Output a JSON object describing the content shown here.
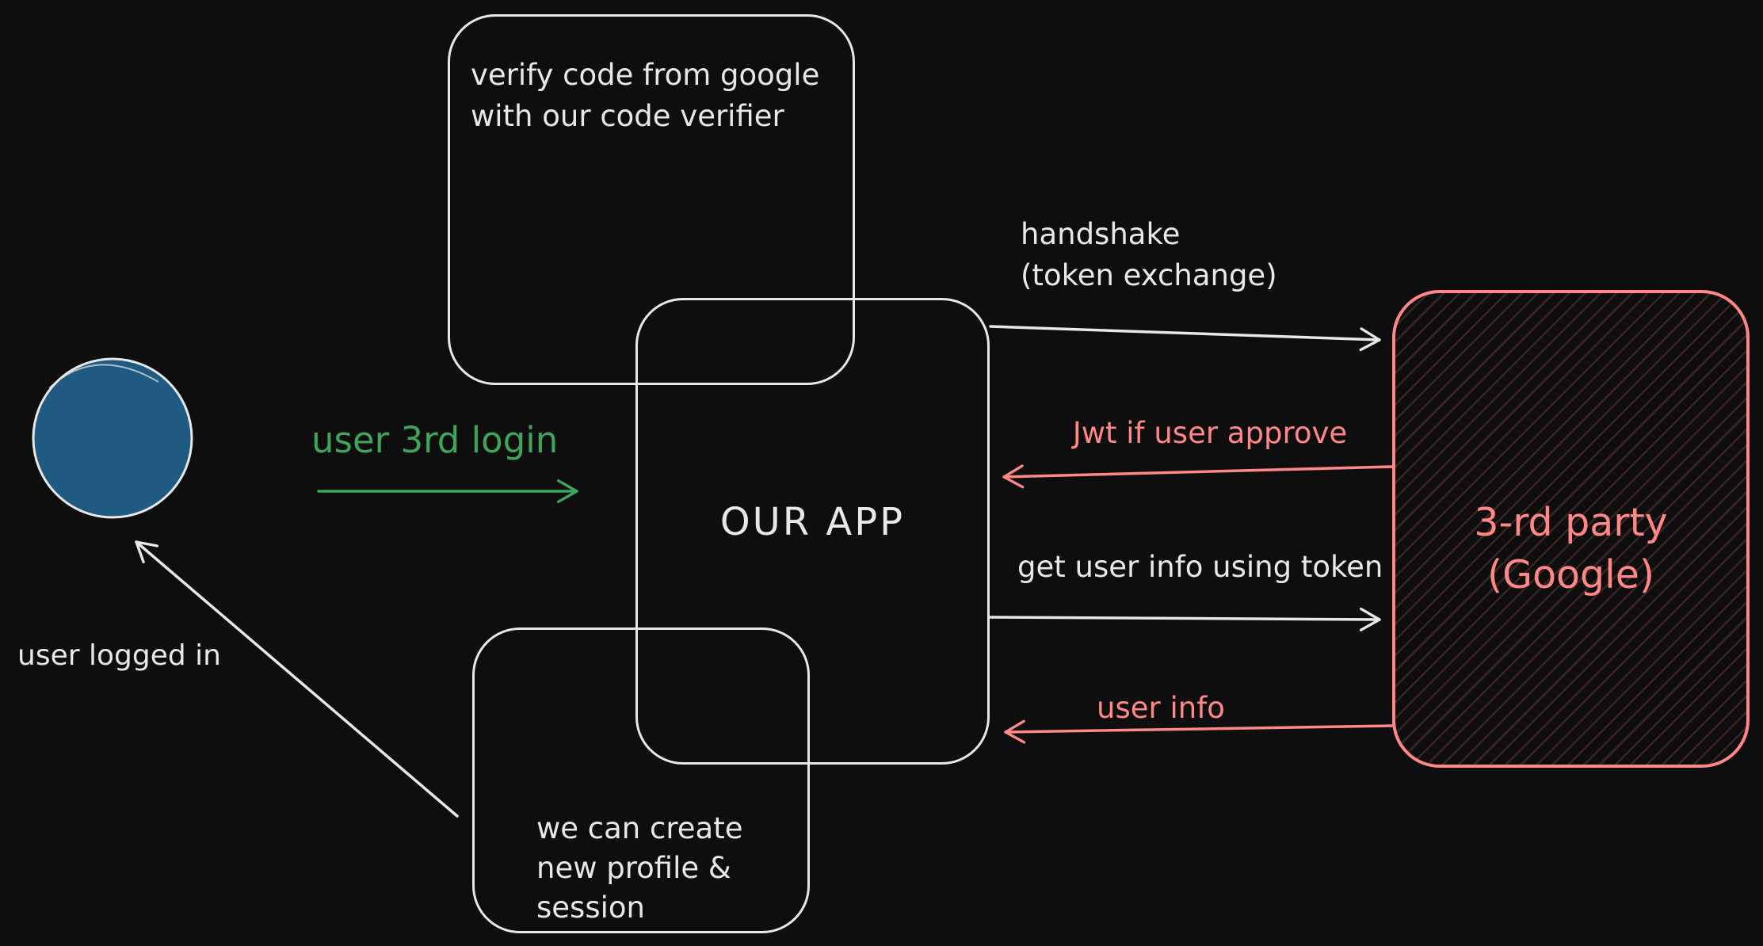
{
  "colors": {
    "bg": "#0e0e0e",
    "white": "#e8e8e8",
    "green": "#3fa55a",
    "pink": "#ff8787",
    "blue": "#1e5a82"
  },
  "nodes": {
    "verify_box": {
      "lines": [
        "verify code from google",
        "with our code verifier"
      ]
    },
    "our_app_box": {
      "label": "OUR APP"
    },
    "create_box": {
      "lines": [
        "we can create",
        "new profile &",
        "session"
      ]
    },
    "third_party_box": {
      "lines": [
        "3-rd party",
        "(Google)"
      ]
    }
  },
  "edges": {
    "user_3rd_login": {
      "label": "user 3rd login"
    },
    "handshake": {
      "lines": [
        "handshake",
        "(token exchange)"
      ]
    },
    "jwt_if_user_approve": {
      "label": "Jwt if user approve"
    },
    "get_user_info": {
      "label": "get user info using token"
    },
    "user_info": {
      "label": "user info"
    },
    "user_logged_in": {
      "label": "user logged in"
    }
  }
}
